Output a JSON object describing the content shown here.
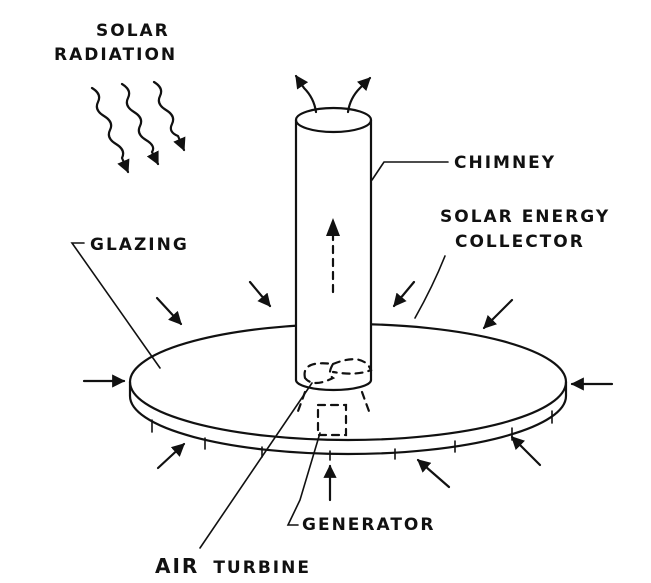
{
  "labels": {
    "solar_radiation_line1": "SOLAR",
    "solar_radiation_line2": "RADIATION",
    "chimney": "CHIMNEY",
    "collector_line1": "SOLAR ENERGY",
    "collector_line2": "COLLECTOR",
    "glazing": "GLAZING",
    "generator": "GENERATOR",
    "air_turbine_prefix": "AIR",
    "air_turbine_suffix": "TURBINE"
  },
  "colors": {
    "ink": "#111111",
    "paper": "#ffffff"
  }
}
